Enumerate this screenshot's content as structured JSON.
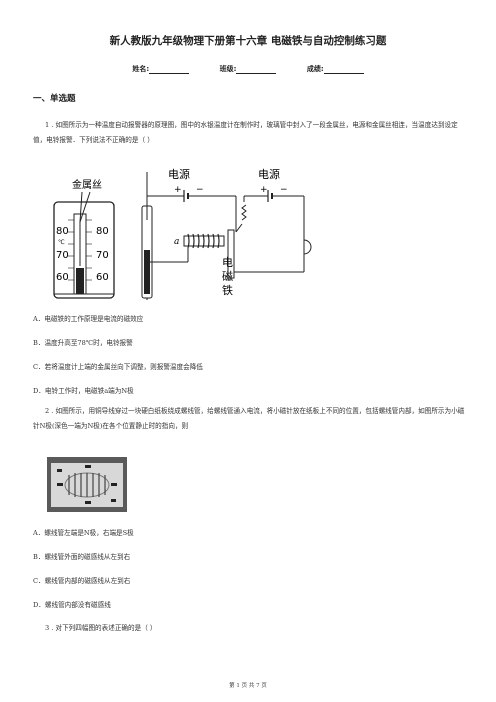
{
  "title": "新人教版九年级物理下册第十六章  电磁铁与自动控制练习题",
  "info": {
    "name_label": "姓名:",
    "class_label": "班级:",
    "score_label": "成绩:"
  },
  "section_title": "一、单选题",
  "q1": {
    "stem": "1 . 如图所示为一种温度自动报警器的原理图，图中的水银温度计在制作时，玻璃管中封入了一段金属丝，电源和金属丝相连，当温度达到设定值，电铃报警．下列说法不正确的是（      ）",
    "figure": {
      "label_wire": "金属丝",
      "label_power1": "电源",
      "label_power2": "电源",
      "plus": "+",
      "minus": "−",
      "label_a": "a",
      "label_electromagnet": [
        "电",
        "磁",
        "铁"
      ],
      "unit": "℃",
      "scale_left": [
        "80",
        "70",
        "60"
      ],
      "scale_right": [
        "80",
        "70",
        "60"
      ]
    },
    "options": [
      "A．电磁铁的工作原理是电流的磁效应",
      "B．温度升高至78℃时，电铃报警",
      "C．若将温度计上端的金属丝向下调整，则报警温度会降低",
      "D．电铃工作时，电磁铁a端为N极"
    ]
  },
  "q2": {
    "stem": "2 . 如图所示，用铜导线穿过一块硬白纸板绕成螺线管，给螺线管通入电流，将小磁针放在纸板上不同的位置，包括螺线管内部，如图所示为小磁针N极(深色一端为N极)在各个位置静止时的指向，则",
    "options": [
      "A．螺线管左端是N极，右端是S极",
      "B．螺线管外面的磁感线从左到右",
      "C．螺线管内部的磁感线从左到右",
      "D．螺线管内部没有磁感线"
    ]
  },
  "q3": {
    "stem": "3 . 对下列四幅图的表述正确的是（      ）"
  },
  "footer": "第 1 页 共 7 页"
}
